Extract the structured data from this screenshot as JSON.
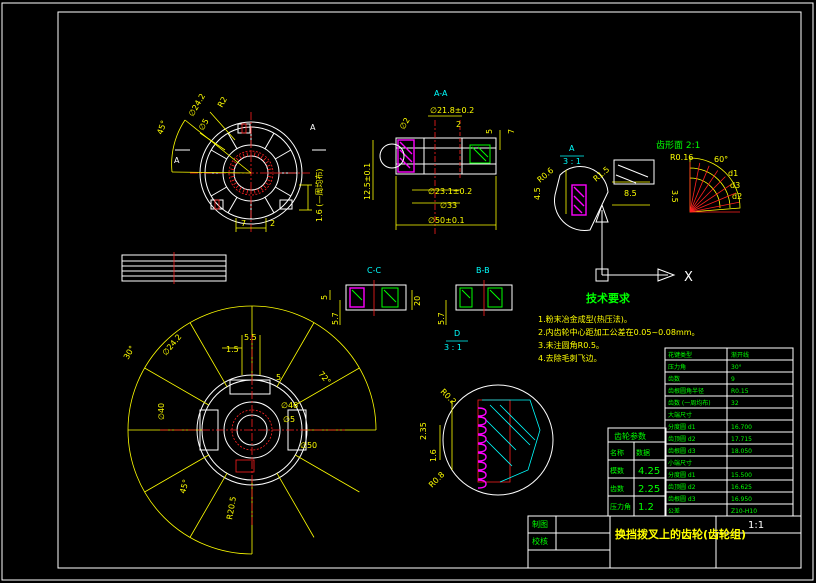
{
  "views": {
    "top_left": {
      "section_mark": "A",
      "dims": [
        "∅24.2",
        "∅5",
        "R2",
        "45°",
        "7",
        "2",
        "1.6 (—周均布)"
      ]
    },
    "section_aa": {
      "label": "A-A",
      "dims": [
        "∅21.8±0.2",
        "2",
        "5",
        "7",
        "∅2",
        "12.5±0.1",
        "∅23.1±0.2",
        "∅33",
        "∅50±0.1"
      ]
    },
    "detail_a": {
      "label": "A",
      "scale": "3 : 1",
      "dims": [
        "R0.6",
        "R1.5",
        "8.5",
        "4.5"
      ]
    },
    "tooth_profile": {
      "label": "齿形面 2:1",
      "dims": [
        "R0.16",
        "60°",
        "d1",
        "d3",
        "d2",
        "3.5"
      ]
    },
    "section_cc": {
      "label": "C-C",
      "dims": [
        "5",
        "5.7",
        "20"
      ]
    },
    "section_bb": {
      "label": "B-B",
      "dims": [
        "5.7"
      ]
    },
    "detail_d": {
      "label": "D",
      "scale": "3 : 1",
      "dims": [
        "2.35",
        "1.6",
        "R0.8",
        "R0.2"
      ]
    },
    "bottom_left": {
      "dims": [
        "∅24.2",
        "5.5",
        "1.5",
        "5",
        "∅46",
        "∅5",
        "30°",
        "72°",
        "45°",
        "R20.5",
        "∅50",
        "∅40"
      ]
    },
    "axis_x": "X"
  },
  "tech_req": {
    "title": "技术要求",
    "items": [
      "1.粉末冶金成型(热压法)。",
      "2.内齿轮中心距加工公差在0.05~0.08mm。",
      "3.未注圆角R0.5。",
      "4.去除毛刺飞边。"
    ]
  },
  "spline_table": {
    "rows": [
      [
        "花键类型",
        "渐开线"
      ],
      [
        "压力角",
        "30°"
      ],
      [
        "齿数",
        "9"
      ],
      [
        "齿根圆角半径",
        "R0.15"
      ],
      [
        "齿数 (一周均布)",
        "32"
      ],
      [
        "大端尺寸",
        ""
      ],
      [
        "分度圆 d1",
        "16.700"
      ],
      [
        "齿顶圆 d2",
        "17.715"
      ],
      [
        "齿根圆 d3",
        "18.050"
      ],
      [
        "小端尺寸",
        ""
      ],
      [
        "分度圆 d1",
        "15.500"
      ],
      [
        "齿顶圆 d2",
        "16.625"
      ],
      [
        "齿根圆 d3",
        "16.950"
      ],
      [
        "公差",
        "Z10-H10"
      ]
    ]
  },
  "gear_params": {
    "header": "齿轮参数",
    "rows": [
      [
        "名称",
        "数据"
      ],
      [
        "模数",
        "4.25"
      ],
      [
        "齿数",
        "2.25"
      ],
      [
        "压力角",
        "1.2"
      ]
    ]
  },
  "title_block": {
    "design_label": "制图",
    "review_label": "校核",
    "part_name": "换挡拨叉上的齿轮(齿轮组)",
    "scale": "1:1"
  }
}
